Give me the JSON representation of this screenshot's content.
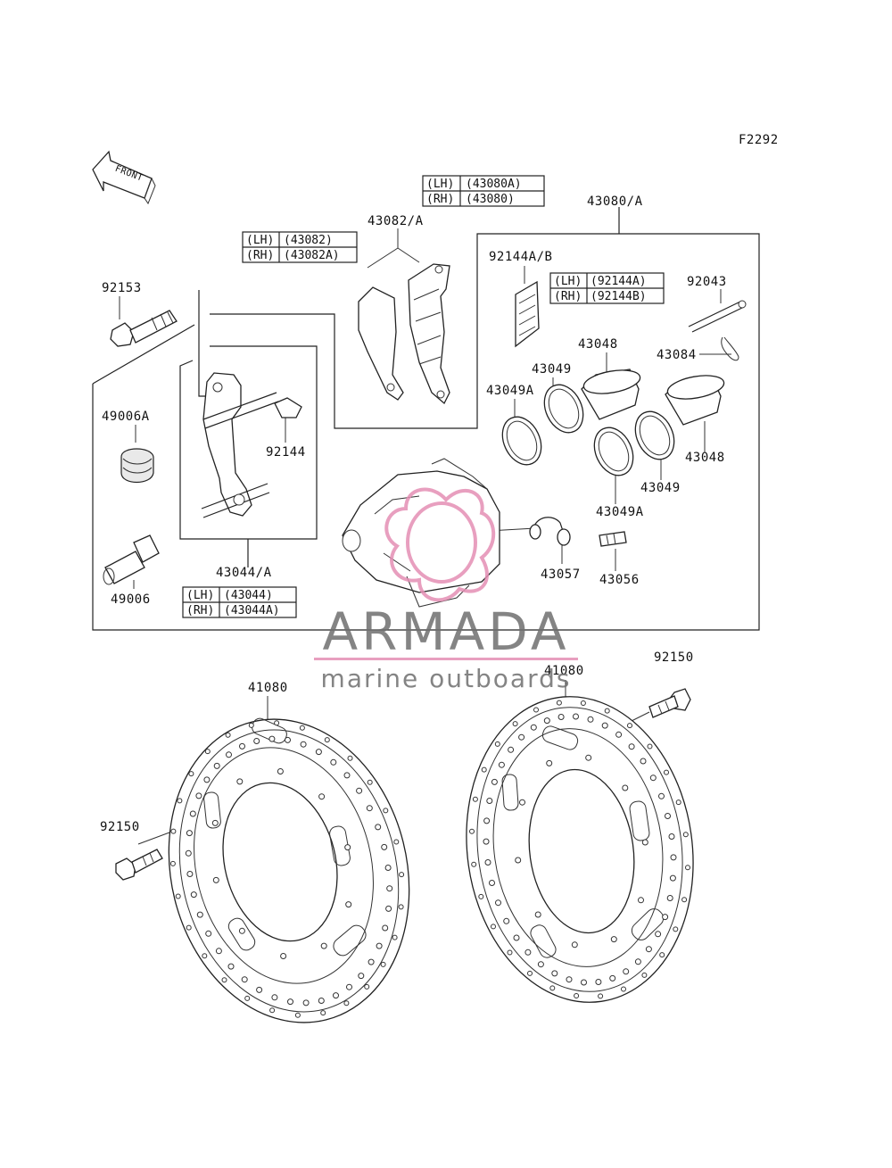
{
  "figure_code": "F2292",
  "front_arrow": {
    "text": "FRONT",
    "icon": "front-arrow-icon"
  },
  "labels": {
    "p43082A": "43082/A",
    "p43080A": "43080/A",
    "p92144AB": "92144A/B",
    "p92043": "92043",
    "p43084": "43084",
    "p43048a": "43048",
    "p43048b": "43048",
    "p43049a": "43049",
    "p43049b": "43049",
    "p43049Aa": "43049A",
    "p43049Ab": "43049A",
    "p92153": "92153",
    "p49006A": "49006A",
    "p49006": "49006",
    "p92144": "92144",
    "p43044A": "43044/A",
    "p43057": "43057",
    "p43056": "43056",
    "p41080a": "41080",
    "p41080b": "41080",
    "p92150a": "92150",
    "p92150b": "92150"
  },
  "tables": {
    "t43080": {
      "lh_tag": "(LH)",
      "lh_val": "(43080A)",
      "rh_tag": "(RH)",
      "rh_val": "(43080)"
    },
    "t43082": {
      "lh_tag": "(LH)",
      "lh_val": "(43082)",
      "rh_tag": "(RH)",
      "rh_val": "(43082A)"
    },
    "t92144": {
      "lh_tag": "(LH)",
      "lh_val": "(92144A)",
      "rh_tag": "(RH)",
      "rh_val": "(92144B)"
    },
    "t43044": {
      "lh_tag": "(LH)",
      "lh_val": "(43044)",
      "rh_tag": "(RH)",
      "rh_val": "(43044A)"
    }
  },
  "watermark": {
    "brand": "ARMADA",
    "tagline": "marine outboards",
    "logo_color": "#e58fb4",
    "text_color": "#6f6f6f"
  }
}
